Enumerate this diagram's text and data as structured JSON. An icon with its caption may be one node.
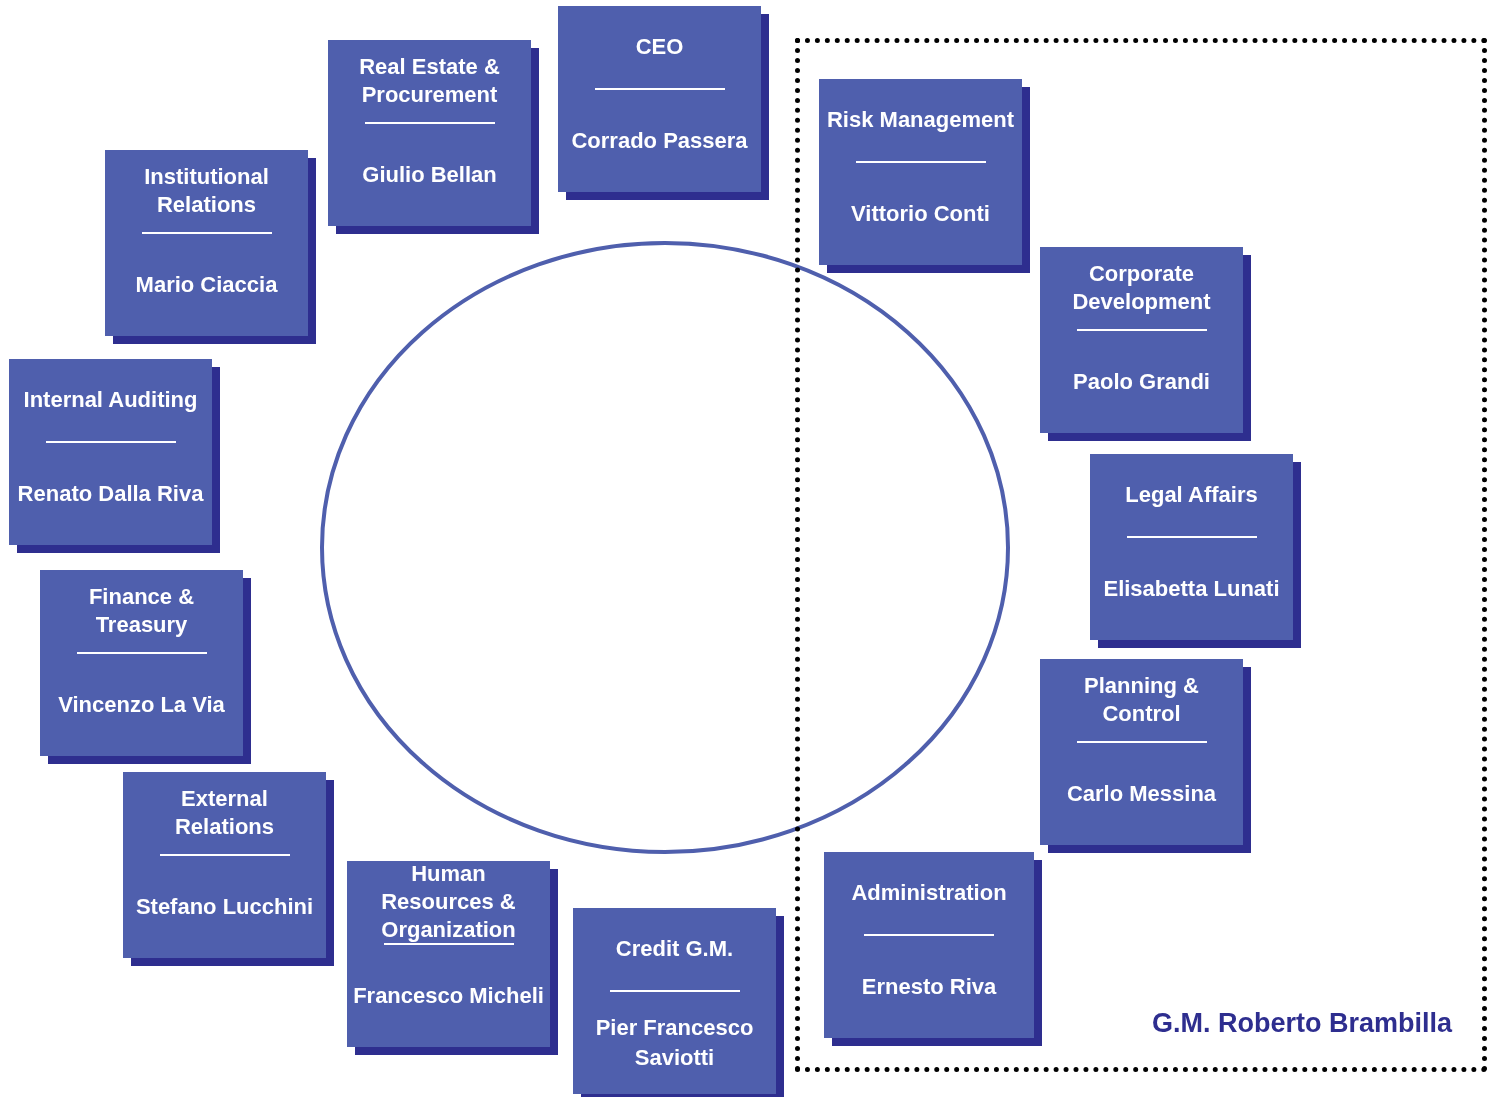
{
  "diagram": {
    "nodes": [
      {
        "text": [
          "CEO",
          "Corrado Passera"
        ]
      },
      {
        "text": [
          "Real Estate & Procurement",
          "Giulio Bellan"
        ]
      },
      {
        "text": [
          "Institutional Relations",
          "Mario Ciaccia"
        ]
      },
      {
        "text": [
          "Internal Auditing",
          "Renato Dalla Riva"
        ]
      },
      {
        "text": [
          "Finance & Treasury",
          "Vincenzo La Via"
        ]
      },
      {
        "text": [
          "External Relations",
          "Stefano Lucchini"
        ]
      },
      {
        "text": [
          "Human Resources & Organization",
          "Francesco Micheli"
        ]
      },
      {
        "text": [
          "Credit G.M.",
          "Pier Francesco Saviotti"
        ]
      },
      {
        "text": [
          "G.M. Roberto Brambilla"
        ]
      },
      {
        "text": [
          "Risk Management",
          "Vittorio Conti"
        ],
        "in": 8
      },
      {
        "text": [
          "Corporate Development",
          "Paolo Grandi"
        ],
        "in": 8
      },
      {
        "text": [
          "Legal Affairs",
          "Elisabetta Lunati"
        ],
        "in": 8
      },
      {
        "text": [
          "Planning & Control",
          "Carlo Messina"
        ],
        "in": 8
      },
      {
        "text": [
          "Administration",
          "Ernesto Riva"
        ],
        "in": 8
      },
      {
        "text": [],
        "shape": "circle"
      }
    ],
    "edges": []
  }
}
